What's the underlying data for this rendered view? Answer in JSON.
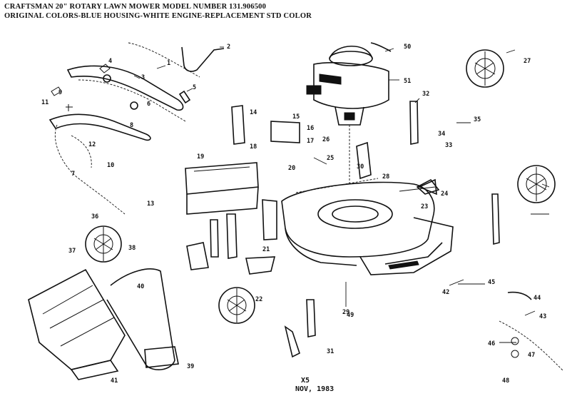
{
  "header": {
    "line1": "CRAFTSMAN 20\" ROTARY LAWN MOWER MODEL NUMBER 131.906500",
    "line2": "ORIGINAL COLORS-BLUE HOUSING-WHITE ENGINE-REPLACEMENT STD COLOR"
  },
  "footer": {
    "code": "X5",
    "date": "NOV, 1983"
  },
  "callouts": [
    "1",
    "2",
    "3",
    "4",
    "5",
    "6",
    "7",
    "8",
    "9",
    "10",
    "11",
    "12",
    "13",
    "14",
    "15",
    "16",
    "17",
    "18",
    "19",
    "20",
    "21",
    "22",
    "23",
    "24",
    "25",
    "26",
    "27",
    "28",
    "29",
    "30",
    "31",
    "32",
    "33",
    "34",
    "35",
    "36",
    "37",
    "38",
    "39",
    "40",
    "41",
    "42",
    "43",
    "44",
    "45",
    "46",
    "47",
    "48",
    "49",
    "50",
    "51"
  ]
}
